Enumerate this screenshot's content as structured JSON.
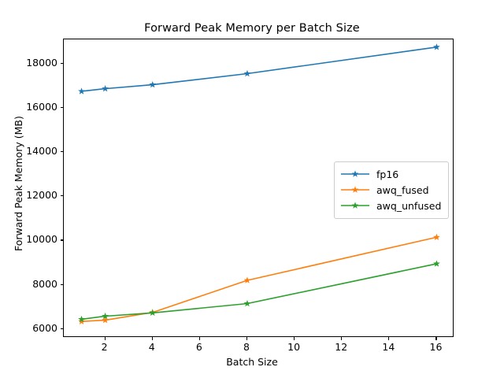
{
  "chart_data": {
    "type": "line",
    "title": "Forward Peak Memory per Batch Size",
    "xlabel": "Batch Size",
    "ylabel": "Forward Peak Memory (MB)",
    "x": [
      1,
      2,
      4,
      8,
      16
    ],
    "xlim": [
      0.25,
      16.75
    ],
    "ylim": [
      5600,
      19100
    ],
    "xticks": [
      2,
      4,
      6,
      8,
      10,
      12,
      14,
      16
    ],
    "xtick_labels": [
      "2",
      "4",
      "6",
      "8",
      "10",
      "12",
      "14",
      "16"
    ],
    "yticks": [
      6000,
      8000,
      10000,
      12000,
      14000,
      16000,
      18000
    ],
    "ytick_labels": [
      "6000",
      "8000",
      "10000",
      "12000",
      "14000",
      "16000",
      "18000"
    ],
    "grid": false,
    "legend_position": "center right",
    "marker": "star",
    "series": [
      {
        "name": "fp16",
        "color": "#1f77b4",
        "values": [
          16750,
          16870,
          17050,
          17550,
          18750
        ]
      },
      {
        "name": "awq_fused",
        "color": "#ff7f0e",
        "values": [
          6340,
          6400,
          6750,
          8200,
          10150
        ]
      },
      {
        "name": "awq_unfused",
        "color": "#2ca02c",
        "values": [
          6440,
          6580,
          6730,
          7150,
          8950
        ]
      }
    ]
  }
}
